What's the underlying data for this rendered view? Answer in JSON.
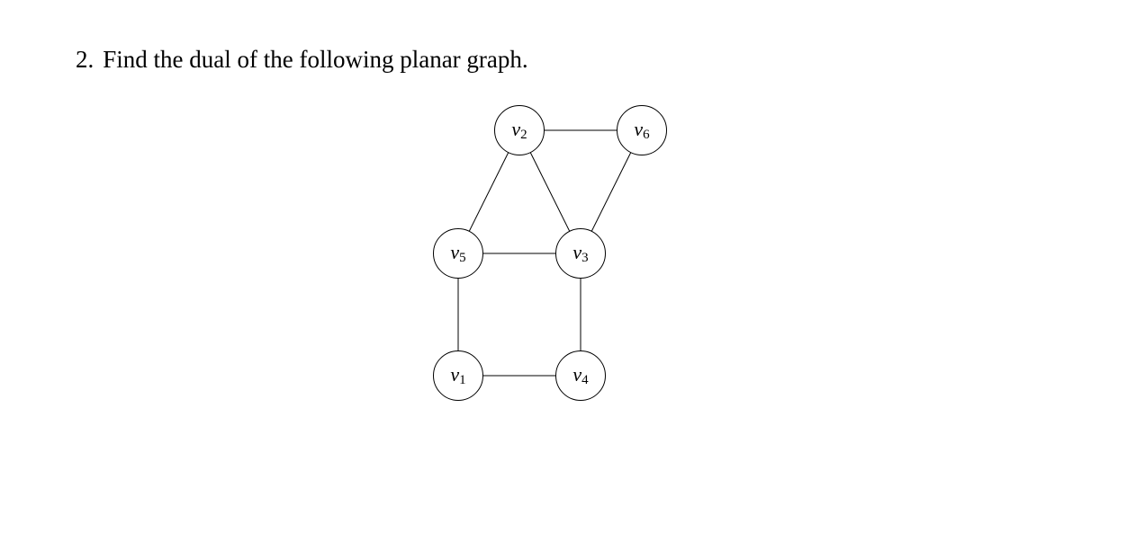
{
  "problem": {
    "number": "2.",
    "text": "Find the dual of the following planar graph."
  },
  "graph": {
    "vertices": [
      {
        "id": "v1",
        "base": "v",
        "sub": "1"
      },
      {
        "id": "v2",
        "base": "v",
        "sub": "2"
      },
      {
        "id": "v3",
        "base": "v",
        "sub": "3"
      },
      {
        "id": "v4",
        "base": "v",
        "sub": "4"
      },
      {
        "id": "v5",
        "base": "v",
        "sub": "5"
      },
      {
        "id": "v6",
        "base": "v",
        "sub": "6"
      }
    ],
    "edges": [
      [
        "v2",
        "v6"
      ],
      [
        "v2",
        "v5"
      ],
      [
        "v2",
        "v3"
      ],
      [
        "v6",
        "v3"
      ],
      [
        "v5",
        "v3"
      ],
      [
        "v5",
        "v1"
      ],
      [
        "v3",
        "v4"
      ],
      [
        "v1",
        "v4"
      ]
    ]
  }
}
